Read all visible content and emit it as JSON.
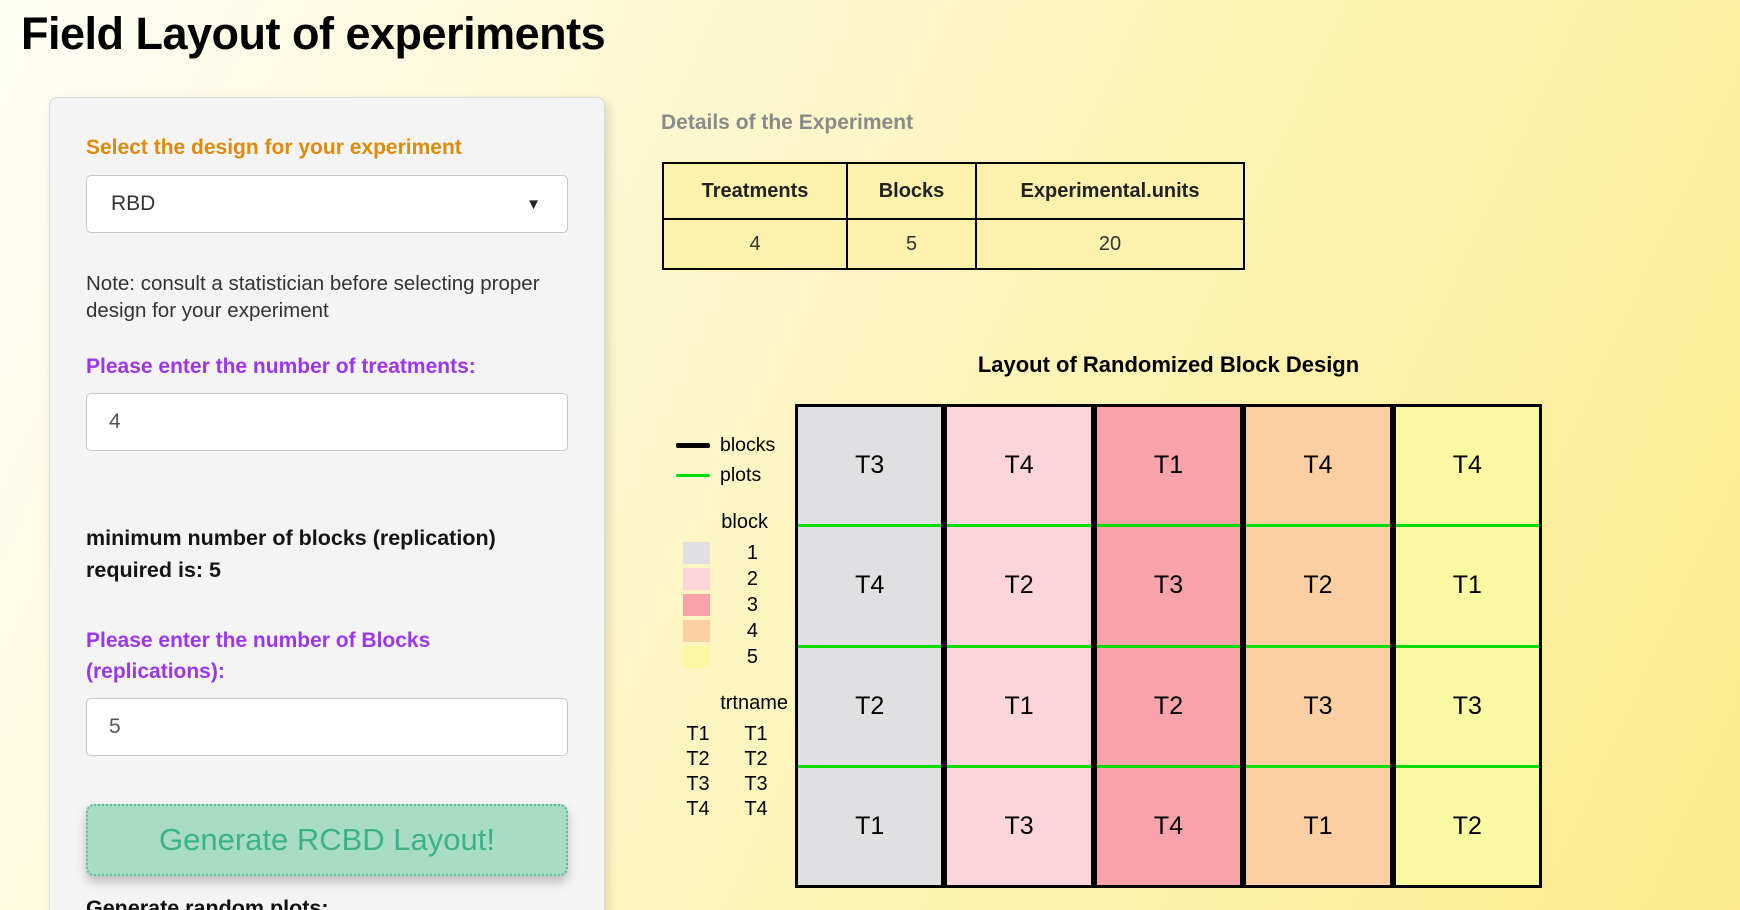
{
  "page": {
    "title": "Field Layout of experiments"
  },
  "theme": {
    "design_label_color": "#de8a0b",
    "question_label_color": "#9c36ee",
    "button_bg": "#a8ddc3",
    "button_text_color": "#3cb28a",
    "button_border_color": "#57bf9b",
    "table_cell_bg": "#fcf1ad",
    "details_heading_color": "#8a8a8a",
    "plot_green": "#00dd00"
  },
  "sidebar": {
    "design_label": "Select the design for your experiment",
    "design_value": "RBD",
    "note": "Note: consult a statistician before selecting proper design for your experiment",
    "treatments_label": "Please enter the number of treatments:",
    "treatments_value": "4",
    "min_blocks_text": "minimum number of blocks (replication) required is: 5",
    "blocks_label": "Please enter the number of Blocks (replications):",
    "blocks_value": "5",
    "generate_button": "Generate RCBD Layout!",
    "random_plots_label": "Generate random plots:"
  },
  "details": {
    "heading": "Details of the Experiment",
    "columns": [
      "Treatments",
      "Blocks",
      "Experimental.units"
    ],
    "values": [
      "4",
      "5",
      "20"
    ]
  },
  "chart": {
    "title": "Layout of Randomized Block Design",
    "line_legend": [
      {
        "label": "blocks",
        "color": "#000000"
      },
      {
        "label": "plots",
        "color": "#00dd00"
      }
    ],
    "block_legend_title": "block",
    "blocks": [
      {
        "id": "1",
        "color": "#e0e0e3"
      },
      {
        "id": "2",
        "color": "#fcd5da"
      },
      {
        "id": "3",
        "color": "#f9a2a9"
      },
      {
        "id": "4",
        "color": "#fbcfa2"
      },
      {
        "id": "5",
        "color": "#f9f9a2"
      }
    ],
    "trt_legend_title": "trtname",
    "trt_rows": [
      [
        "T1",
        "T1"
      ],
      [
        "T2",
        "T2"
      ],
      [
        "T3",
        "T3"
      ],
      [
        "T4",
        "T4"
      ]
    ],
    "grid": [
      {
        "block": "1",
        "cells": [
          "T3",
          "T4",
          "T2",
          "T1"
        ]
      },
      {
        "block": "2",
        "cells": [
          "T4",
          "T2",
          "T1",
          "T3"
        ]
      },
      {
        "block": "3",
        "cells": [
          "T1",
          "T3",
          "T2",
          "T4"
        ]
      },
      {
        "block": "4",
        "cells": [
          "T4",
          "T2",
          "T3",
          "T1"
        ]
      },
      {
        "block": "5",
        "cells": [
          "T4",
          "T1",
          "T3",
          "T2"
        ]
      }
    ]
  }
}
